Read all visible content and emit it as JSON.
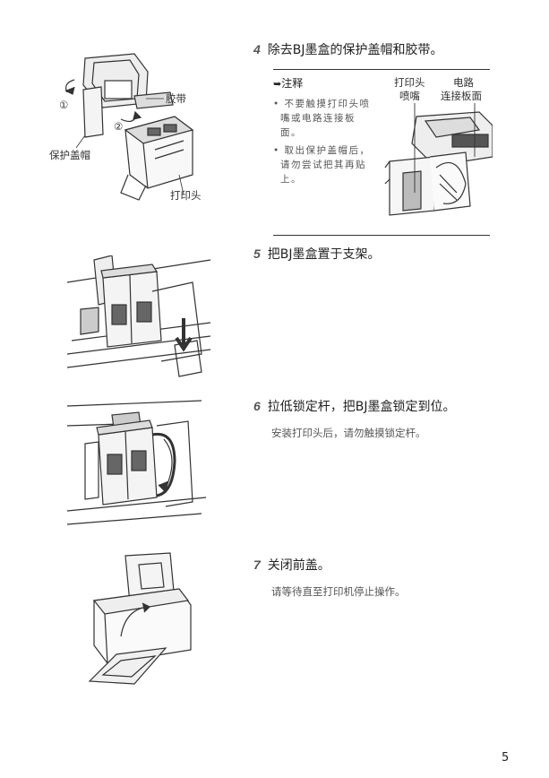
{
  "steps": [
    {
      "num": "4",
      "text": "除去BJ墨盒的保护盖帽和胶带。"
    },
    {
      "num": "5",
      "text": "把BJ墨盒置于支架。"
    },
    {
      "num": "6",
      "text": "拉低锁定杆，把BJ墨盒锁定到位。",
      "sub": "安装打印头后，请勿触摸锁定杆。"
    },
    {
      "num": "7",
      "text": "关闭前盖。",
      "sub": "请等待直至打印机停止操作。"
    }
  ],
  "note": {
    "title": "注释",
    "items": [
      "不要触摸打印头喷嘴或电路连接板面。",
      "取出保护盖帽后，请勿尝试把其再贴上。"
    ]
  },
  "fig1_labels": {
    "tape": "胶带",
    "cap": "保护盖帽",
    "head": "打印头",
    "c1": "①",
    "c2": "②"
  },
  "fig2_labels": {
    "head": "打印头",
    "nozzle": "喷嘴",
    "circuit": "电路",
    "panel": "连接板面"
  },
  "page_number": "5"
}
